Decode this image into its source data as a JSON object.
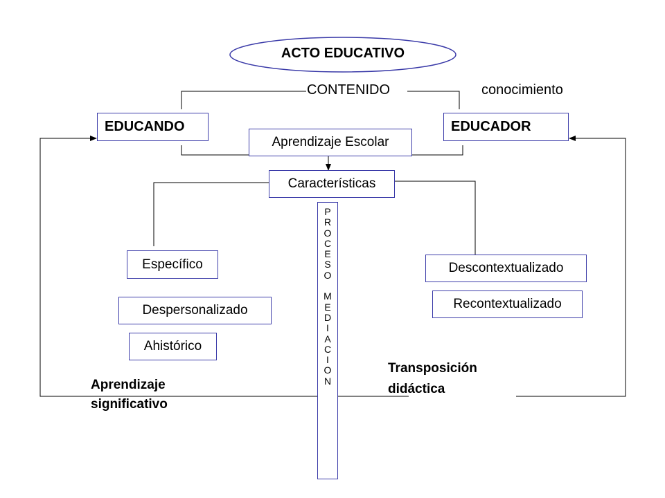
{
  "title": "ACTO EDUCATIVO",
  "contenido": "CONTENIDO",
  "conocimiento": "conocimiento",
  "educando": "EDUCANDO",
  "educador": "EDUCADOR",
  "aprendizaje_escolar": "Aprendizaje Escolar",
  "caracteristicas": "Características",
  "especifico": "Específico",
  "despersonalizado": "Despersonalizado",
  "ahistorico": "Ahistórico",
  "descontextualizado": "Descontextualizado",
  "recontextualizado": "Recontextualizado",
  "proceso_mediacion": "PROCESO MEDIACION",
  "aprendizaje_significativo_1": "Aprendizaje",
  "aprendizaje_significativo_2": "significativo",
  "transposicion_1": "Transposición",
  "transposicion_2": "didáctica",
  "colors": {
    "box_border": "#3a3aa8",
    "line": "#000000",
    "text": "#000000"
  }
}
